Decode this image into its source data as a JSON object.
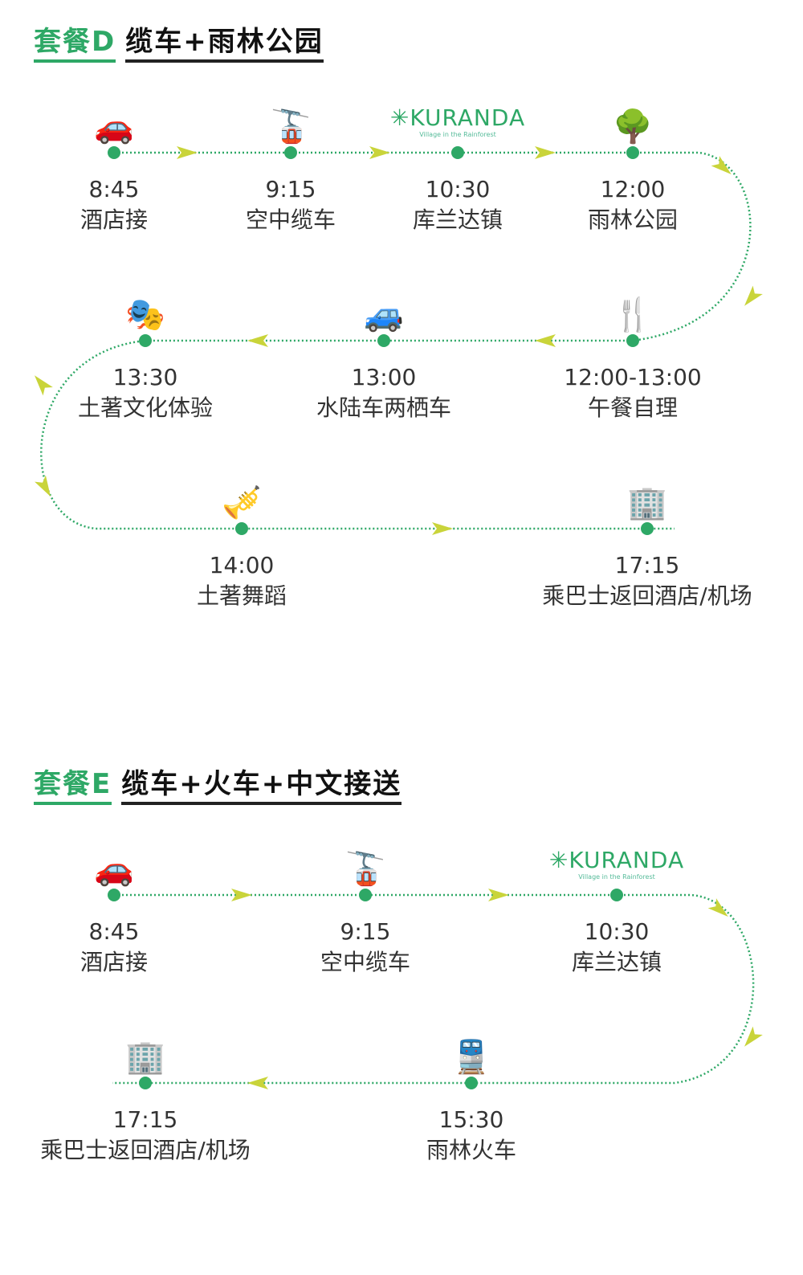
{
  "packages": [
    {
      "prefix": "套餐D",
      "name": "缆车+雨林公园",
      "stops": [
        {
          "time": "8:45",
          "name": "酒店接",
          "icon": "car-person-icon"
        },
        {
          "time": "9:15",
          "name": "空中缆车",
          "icon": "cable-car-icon"
        },
        {
          "time": "10:30",
          "name": "库兰达镇",
          "icon": "kuranda-logo"
        },
        {
          "time": "12:00",
          "name": "雨林公园",
          "icon": "tree-icon"
        },
        {
          "time": "12:00-13:00",
          "name": "午餐自理",
          "icon": "fork-spoon-icon"
        },
        {
          "time": "13:00",
          "name": "水陆车两栖车",
          "icon": "amphibious-vehicle-icon"
        },
        {
          "time": "13:30",
          "name": "土著文化体验",
          "icon": "mask-icon"
        },
        {
          "time": "14:00",
          "name": "土著舞蹈",
          "icon": "didgeridoo-player-icon"
        },
        {
          "time": "17:15",
          "name": "乘巴士返回酒店/机场",
          "icon": "building-icon"
        }
      ]
    },
    {
      "prefix": "套餐E",
      "name": "缆车+火车+中文接送",
      "stops": [
        {
          "time": "8:45",
          "name": "酒店接",
          "icon": "car-person-icon"
        },
        {
          "time": "9:15",
          "name": "空中缆车",
          "icon": "cable-car-icon"
        },
        {
          "time": "10:30",
          "name": "库兰达镇",
          "icon": "kuranda-logo"
        },
        {
          "time": "15:30",
          "name": "雨林火车",
          "icon": "train-icon"
        },
        {
          "time": "17:15",
          "name": "乘巴士返回酒店/机场",
          "icon": "building-icon"
        }
      ]
    }
  ],
  "kuranda_logo": {
    "text": "KURANDA",
    "sub": "Village in the Rainforest"
  },
  "colors": {
    "green": "#2ea866",
    "arrow": "#c9d43a"
  }
}
